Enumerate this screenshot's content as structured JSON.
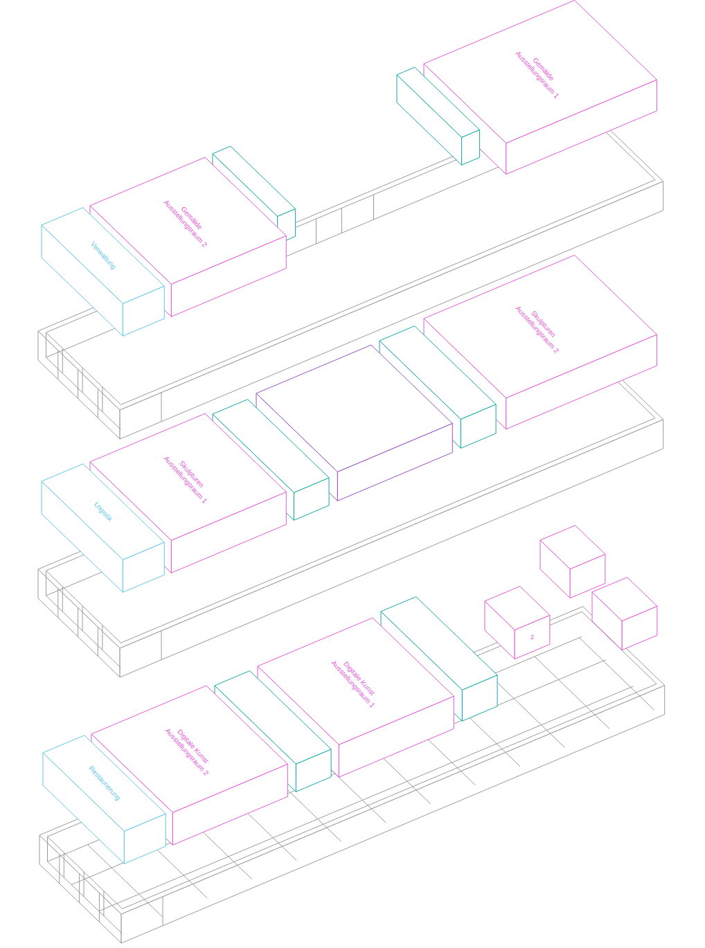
{
  "diagram": {
    "nodes": [
      {
        "text": [
          "Gemälde Ausstellungsraum 1"
        ]
      },
      {
        "text": [
          "Gemälde Ausstellungsraum 2"
        ]
      },
      {
        "text": [
          "Verwaltung"
        ]
      },
      {
        "text": [
          "Skulpturen Ausstellungsraum 2"
        ]
      },
      {
        "text": [
          "Skulpturen Ausstellungsraum 1"
        ]
      },
      {
        "text": [
          "Logistik"
        ]
      },
      {
        "text": [
          "2"
        ]
      },
      {
        "text": [
          "Digitale Kunst Ausstellungsraum 1"
        ]
      },
      {
        "text": [
          "Digitale Kunst Ausstellungsraum 2"
        ]
      },
      {
        "text": [
          "Restaurierung"
        ]
      }
    ]
  }
}
